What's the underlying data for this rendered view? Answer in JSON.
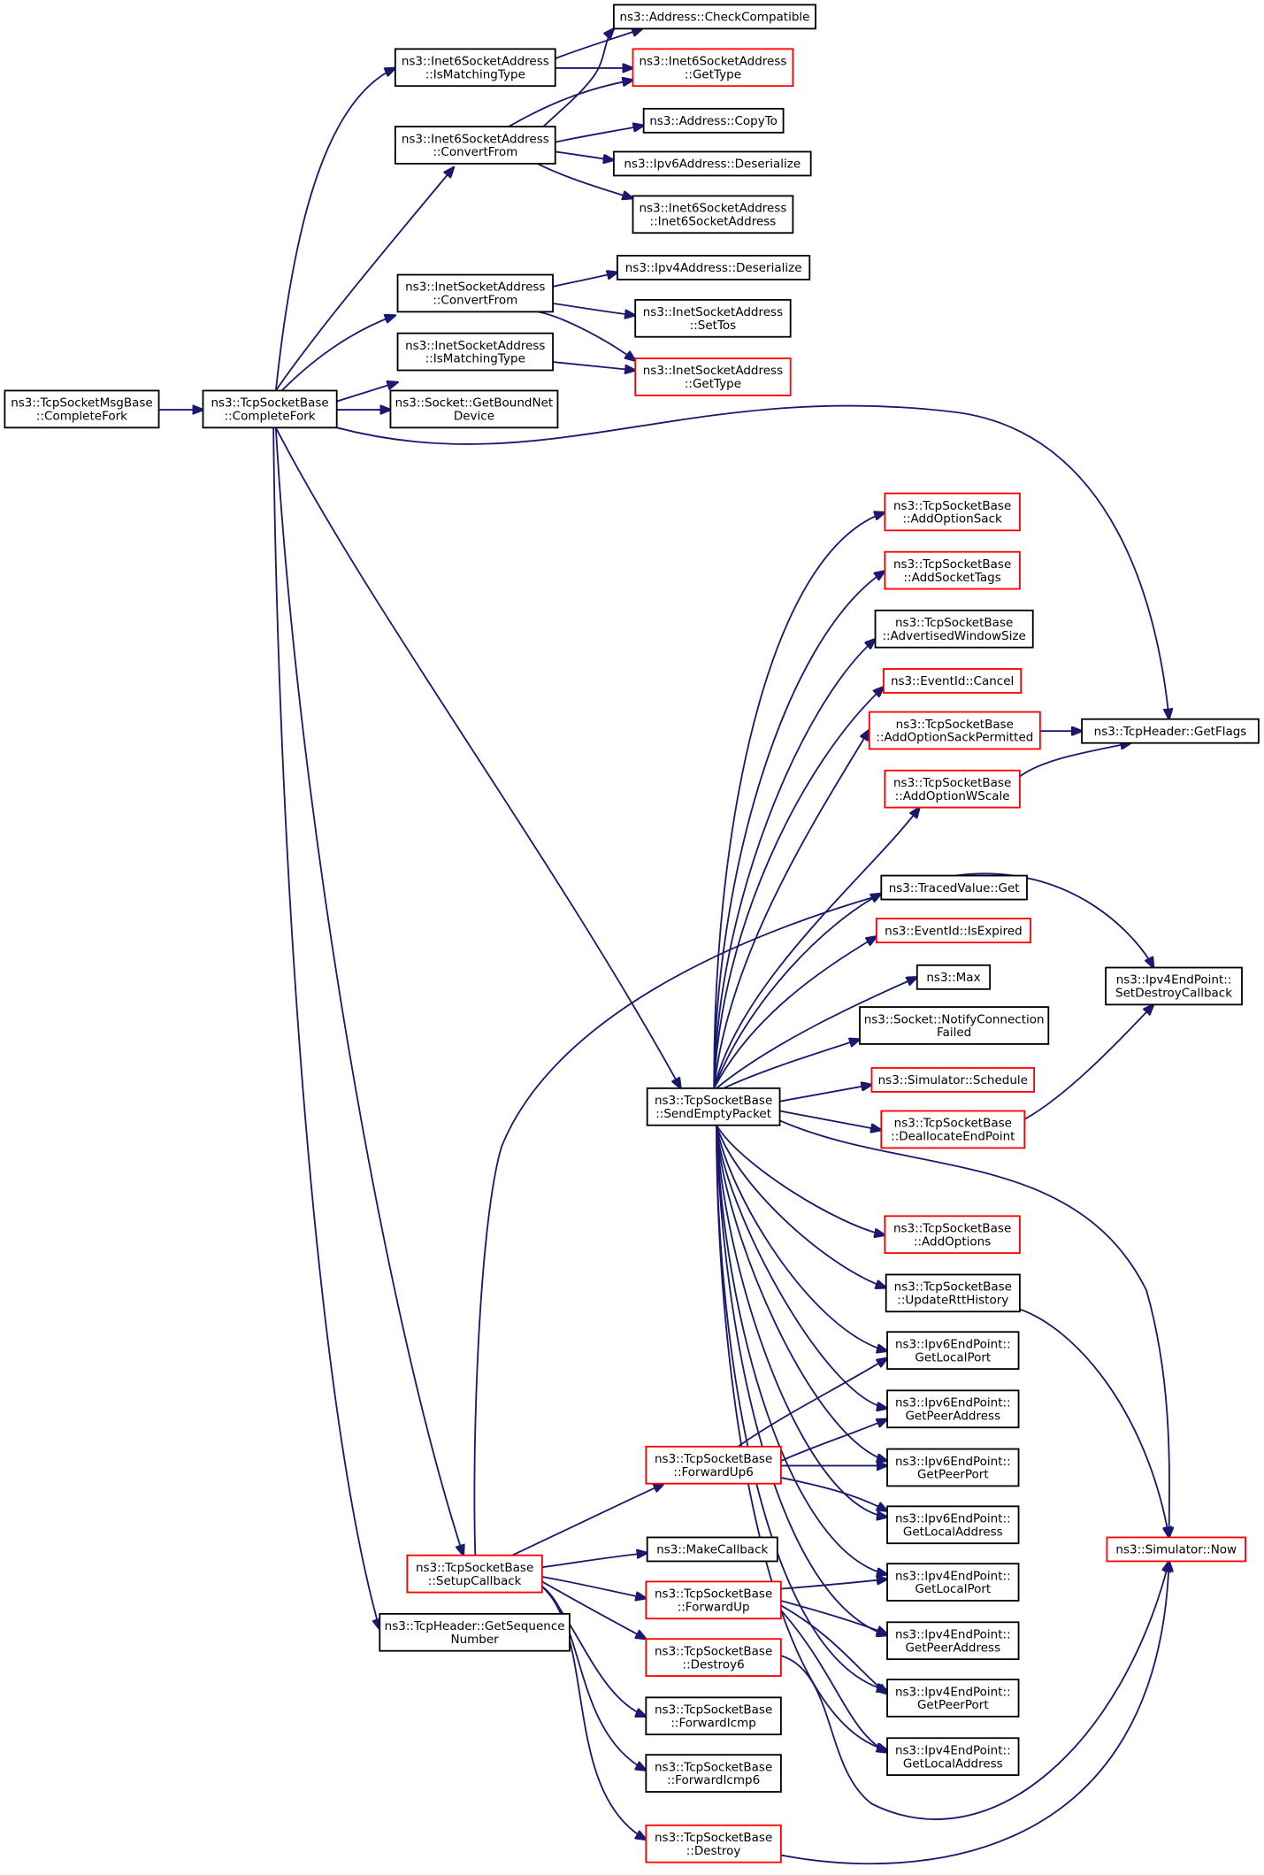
{
  "diagram": {
    "kind": "call-graph",
    "colors": {
      "edge": "#191970",
      "root_fill": "#bfbfbf",
      "border_default": "#000000",
      "border_truncated": "#ff0000"
    },
    "nodes": [
      {
        "id": "root",
        "lines": [
          "ns3::TcpSocketMsgBase",
          "::CompleteFork"
        ],
        "style": "root"
      },
      {
        "id": "completefork",
        "lines": [
          "ns3::TcpSocketBase",
          "::CompleteFork"
        ],
        "style": "normal"
      },
      {
        "id": "addr_checkcompat",
        "lines": [
          "ns3::Address::CheckCompatible"
        ],
        "style": "normal"
      },
      {
        "id": "i6_ismatch",
        "lines": [
          "ns3::Inet6SocketAddress",
          "::IsMatchingType"
        ],
        "style": "normal"
      },
      {
        "id": "i6_gettype",
        "lines": [
          "ns3::Inet6SocketAddress",
          "::GetType"
        ],
        "style": "truncated"
      },
      {
        "id": "i6_convert",
        "lines": [
          "ns3::Inet6SocketAddress",
          "::ConvertFrom"
        ],
        "style": "normal"
      },
      {
        "id": "addr_copyto",
        "lines": [
          "ns3::Address::CopyTo"
        ],
        "style": "normal"
      },
      {
        "id": "ipv6_deser",
        "lines": [
          "ns3::Ipv6Address::Deserialize"
        ],
        "style": "normal"
      },
      {
        "id": "i6_ctor",
        "lines": [
          "ns3::Inet6SocketAddress",
          "::Inet6SocketAddress"
        ],
        "style": "normal"
      },
      {
        "id": "ipv4_deser",
        "lines": [
          "ns3::Ipv4Address::Deserialize"
        ],
        "style": "normal"
      },
      {
        "id": "i4_convert",
        "lines": [
          "ns3::InetSocketAddress",
          "::ConvertFrom"
        ],
        "style": "normal"
      },
      {
        "id": "i4_settos",
        "lines": [
          "ns3::InetSocketAddress",
          "::SetTos"
        ],
        "style": "normal"
      },
      {
        "id": "i4_ismatch",
        "lines": [
          "ns3::InetSocketAddress",
          "::IsMatchingType"
        ],
        "style": "normal"
      },
      {
        "id": "i4_gettype",
        "lines": [
          "ns3::InetSocketAddress",
          "::GetType"
        ],
        "style": "truncated"
      },
      {
        "id": "sock_boundnet",
        "lines": [
          "ns3::Socket::GetBoundNet",
          "Device"
        ],
        "style": "normal"
      },
      {
        "id": "add_sack",
        "lines": [
          "ns3::TcpSocketBase",
          "::AddOptionSack"
        ],
        "style": "truncated"
      },
      {
        "id": "add_sockettags",
        "lines": [
          "ns3::TcpSocketBase",
          "::AddSocketTags"
        ],
        "style": "truncated"
      },
      {
        "id": "adv_window",
        "lines": [
          "ns3::TcpSocketBase",
          "::AdvertisedWindowSize"
        ],
        "style": "normal"
      },
      {
        "id": "evt_cancel",
        "lines": [
          "ns3::EventId::Cancel"
        ],
        "style": "truncated"
      },
      {
        "id": "add_sackperm",
        "lines": [
          "ns3::TcpSocketBase",
          "::AddOptionSackPermitted"
        ],
        "style": "truncated"
      },
      {
        "id": "hdr_getflags",
        "lines": [
          "ns3::TcpHeader::GetFlags"
        ],
        "style": "normal"
      },
      {
        "id": "add_wscale",
        "lines": [
          "ns3::TcpSocketBase",
          "::AddOptionWScale"
        ],
        "style": "truncated"
      },
      {
        "id": "traced_get",
        "lines": [
          "ns3::TracedValue::Get"
        ],
        "style": "normal"
      },
      {
        "id": "evt_expired",
        "lines": [
          "ns3::EventId::IsExpired"
        ],
        "style": "truncated"
      },
      {
        "id": "max",
        "lines": [
          "ns3::Max"
        ],
        "style": "normal"
      },
      {
        "id": "ipv4ep_setdestroy",
        "lines": [
          "ns3::Ipv4EndPoint::",
          "SetDestroyCallback"
        ],
        "style": "normal"
      },
      {
        "id": "notify_connfailed",
        "lines": [
          "ns3::Socket::NotifyConnection",
          "Failed"
        ],
        "style": "normal"
      },
      {
        "id": "send_empty",
        "lines": [
          "ns3::TcpSocketBase",
          "::SendEmptyPacket"
        ],
        "style": "normal"
      },
      {
        "id": "sim_schedule",
        "lines": [
          "ns3::Simulator::Schedule"
        ],
        "style": "truncated"
      },
      {
        "id": "dealloc_ep",
        "lines": [
          "ns3::TcpSocketBase",
          "::DeallocateEndPoint"
        ],
        "style": "truncated"
      },
      {
        "id": "add_options",
        "lines": [
          "ns3::TcpSocketBase",
          "::AddOptions"
        ],
        "style": "truncated"
      },
      {
        "id": "update_rtt",
        "lines": [
          "ns3::TcpSocketBase",
          "::UpdateRttHistory"
        ],
        "style": "normal"
      },
      {
        "id": "ipv6ep_localport",
        "lines": [
          "ns3::Ipv6EndPoint::",
          "GetLocalPort"
        ],
        "style": "normal"
      },
      {
        "id": "ipv6ep_peeraddr",
        "lines": [
          "ns3::Ipv6EndPoint::",
          "GetPeerAddress"
        ],
        "style": "normal"
      },
      {
        "id": "forwardup6",
        "lines": [
          "ns3::TcpSocketBase",
          "::ForwardUp6"
        ],
        "style": "truncated"
      },
      {
        "id": "ipv6ep_peerport",
        "lines": [
          "ns3::Ipv6EndPoint::",
          "GetPeerPort"
        ],
        "style": "normal"
      },
      {
        "id": "ipv6ep_localaddr",
        "lines": [
          "ns3::Ipv6EndPoint::",
          "GetLocalAddress"
        ],
        "style": "normal"
      },
      {
        "id": "make_callback",
        "lines": [
          "ns3::MakeCallback"
        ],
        "style": "normal"
      },
      {
        "id": "sim_now",
        "lines": [
          "ns3::Simulator::Now"
        ],
        "style": "truncated"
      },
      {
        "id": "setup_callback",
        "lines": [
          "ns3::TcpSocketBase",
          "::SetupCallback"
        ],
        "style": "truncated"
      },
      {
        "id": "forwardup",
        "lines": [
          "ns3::TcpSocketBase",
          "::ForwardUp"
        ],
        "style": "truncated"
      },
      {
        "id": "ipv4ep_localport",
        "lines": [
          "ns3::Ipv4EndPoint::",
          "GetLocalPort"
        ],
        "style": "normal"
      },
      {
        "id": "hdr_getseq",
        "lines": [
          "ns3::TcpHeader::GetSequence",
          "Number"
        ],
        "style": "normal"
      },
      {
        "id": "destroy6",
        "lines": [
          "ns3::TcpSocketBase",
          "::Destroy6"
        ],
        "style": "truncated"
      },
      {
        "id": "ipv4ep_peeraddr",
        "lines": [
          "ns3::Ipv4EndPoint::",
          "GetPeerAddress"
        ],
        "style": "normal"
      },
      {
        "id": "ipv4ep_peerport",
        "lines": [
          "ns3::Ipv4EndPoint::",
          "GetPeerPort"
        ],
        "style": "normal"
      },
      {
        "id": "fwd_icmp",
        "lines": [
          "ns3::TcpSocketBase",
          "::ForwardIcmp"
        ],
        "style": "normal"
      },
      {
        "id": "ipv4ep_localaddr",
        "lines": [
          "ns3::Ipv4EndPoint::",
          "GetLocalAddress"
        ],
        "style": "normal"
      },
      {
        "id": "fwd_icmp6",
        "lines": [
          "ns3::TcpSocketBase",
          "::ForwardIcmp6"
        ],
        "style": "normal"
      },
      {
        "id": "destroy",
        "lines": [
          "ns3::TcpSocketBase",
          "::Destroy"
        ],
        "style": "truncated"
      }
    ],
    "edges": [
      [
        "root",
        "completefork"
      ],
      [
        "completefork",
        "i6_ismatch"
      ],
      [
        "completefork",
        "i6_convert"
      ],
      [
        "completefork",
        "i4_convert"
      ],
      [
        "completefork",
        "i4_ismatch"
      ],
      [
        "completefork",
        "sock_boundnet"
      ],
      [
        "completefork",
        "hdr_getflags"
      ],
      [
        "completefork",
        "send_empty"
      ],
      [
        "completefork",
        "setup_callback"
      ],
      [
        "completefork",
        "hdr_getseq"
      ],
      [
        "i6_ismatch",
        "addr_checkcompat"
      ],
      [
        "i6_ismatch",
        "i6_gettype"
      ],
      [
        "i6_convert",
        "addr_checkcompat"
      ],
      [
        "i6_convert",
        "i6_gettype"
      ],
      [
        "i6_convert",
        "addr_copyto"
      ],
      [
        "i6_convert",
        "ipv6_deser"
      ],
      [
        "i6_convert",
        "i6_ctor"
      ],
      [
        "i4_convert",
        "ipv4_deser"
      ],
      [
        "i4_convert",
        "i4_settos"
      ],
      [
        "i4_convert",
        "i4_gettype"
      ],
      [
        "i4_ismatch",
        "i4_gettype"
      ],
      [
        "add_sackperm",
        "hdr_getflags"
      ],
      [
        "add_wscale",
        "hdr_getflags"
      ],
      [
        "dealloc_ep",
        "ipv4ep_setdestroy"
      ],
      [
        "setup_callback",
        "ipv4ep_setdestroy"
      ],
      [
        "update_rtt",
        "sim_now"
      ],
      [
        "send_empty",
        "add_sack"
      ],
      [
        "send_empty",
        "add_sockettags"
      ],
      [
        "send_empty",
        "adv_window"
      ],
      [
        "send_empty",
        "evt_cancel"
      ],
      [
        "send_empty",
        "add_sackperm"
      ],
      [
        "send_empty",
        "add_wscale"
      ],
      [
        "send_empty",
        "traced_get"
      ],
      [
        "send_empty",
        "evt_expired"
      ],
      [
        "send_empty",
        "max"
      ],
      [
        "send_empty",
        "notify_connfailed"
      ],
      [
        "send_empty",
        "sim_schedule"
      ],
      [
        "send_empty",
        "dealloc_ep"
      ],
      [
        "send_empty",
        "sim_now"
      ],
      [
        "send_empty",
        "add_options"
      ],
      [
        "send_empty",
        "update_rtt"
      ],
      [
        "send_empty",
        "ipv6ep_localport"
      ],
      [
        "send_empty",
        "ipv6ep_peeraddr"
      ],
      [
        "send_empty",
        "ipv6ep_peerport"
      ],
      [
        "send_empty",
        "ipv6ep_localaddr"
      ],
      [
        "send_empty",
        "ipv4ep_localport"
      ],
      [
        "send_empty",
        "ipv4ep_peeraddr"
      ],
      [
        "send_empty",
        "ipv4ep_peerport"
      ],
      [
        "send_empty",
        "ipv4ep_localaddr"
      ],
      [
        "forwardup6",
        "ipv6ep_localport"
      ],
      [
        "forwardup6",
        "ipv6ep_peeraddr"
      ],
      [
        "forwardup6",
        "ipv6ep_peerport"
      ],
      [
        "forwardup6",
        "ipv6ep_localaddr"
      ],
      [
        "setup_callback",
        "forwardup6"
      ],
      [
        "setup_callback",
        "make_callback"
      ],
      [
        "setup_callback",
        "forwardup"
      ],
      [
        "setup_callback",
        "destroy6"
      ],
      [
        "setup_callback",
        "fwd_icmp"
      ],
      [
        "setup_callback",
        "fwd_icmp6"
      ],
      [
        "setup_callback",
        "destroy"
      ],
      [
        "forwardup",
        "ipv4ep_localport"
      ],
      [
        "forwardup",
        "ipv4ep_peeraddr"
      ],
      [
        "forwardup",
        "ipv4ep_peerport"
      ],
      [
        "forwardup",
        "ipv4ep_localaddr"
      ],
      [
        "destroy6",
        "sim_now"
      ],
      [
        "destroy",
        "sim_now"
      ]
    ]
  }
}
